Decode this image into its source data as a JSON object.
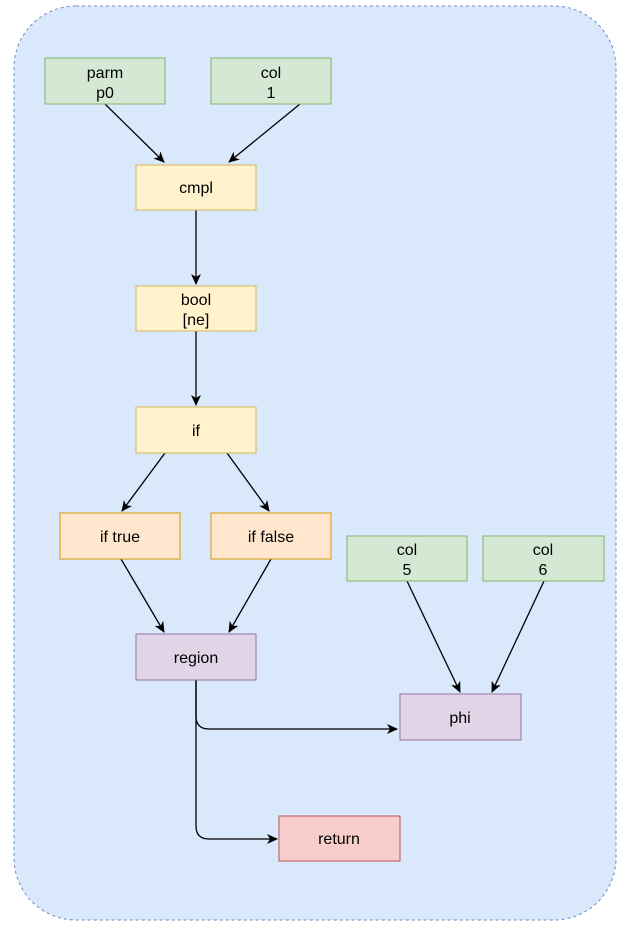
{
  "colors": {
    "container_fill": "#dae8fc",
    "container_stroke": "#6c8ebf",
    "green_fill": "#d5e8d4",
    "green_stroke": "#82b366",
    "yellow_fill": "#fff2cc",
    "yellow_stroke": "#d6b656",
    "orange_fill": "#ffe6cc",
    "orange_stroke": "#d79b00",
    "purple_fill": "#e1d5e7",
    "purple_stroke": "#9673a6",
    "red_fill": "#f8cecc",
    "red_stroke": "#b85450",
    "edge": "#000000"
  },
  "nodes": {
    "parm": {
      "line1": "parm",
      "line2": "p0"
    },
    "col1": {
      "line1": "col",
      "line2": "1"
    },
    "cmpl": {
      "label": "cmpl"
    },
    "bool": {
      "line1": "bool",
      "line2": "[ne]"
    },
    "if": {
      "label": "if"
    },
    "if_true": {
      "label": "if true"
    },
    "if_false": {
      "label": "if false"
    },
    "col5": {
      "line1": "col",
      "line2": "5"
    },
    "col6": {
      "line1": "col",
      "line2": "6"
    },
    "region": {
      "label": "region"
    },
    "phi": {
      "label": "phi"
    },
    "return": {
      "label": "return"
    }
  }
}
